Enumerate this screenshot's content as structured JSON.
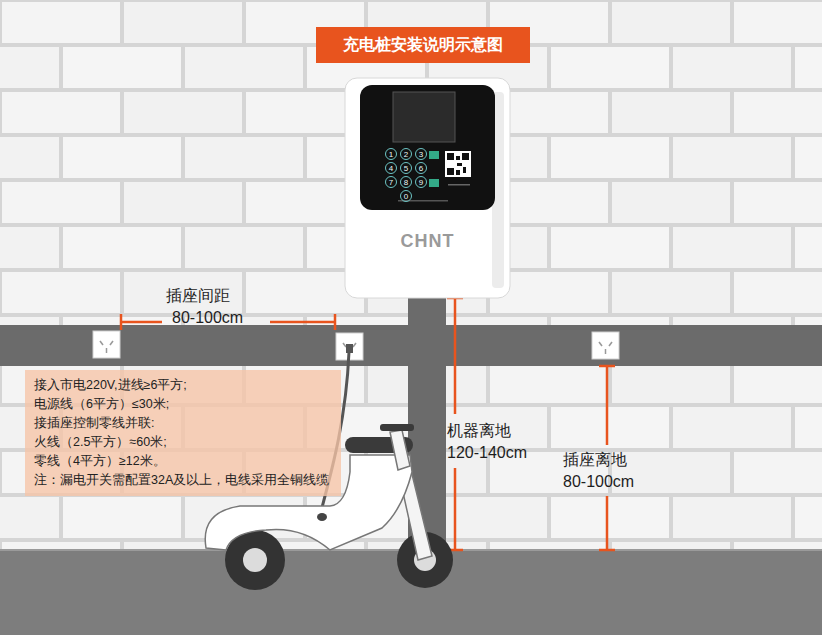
{
  "diagram": {
    "title": "充电桩安装说明示意图",
    "nodes": [
      {
        "text": [
          "CHNT"
        ]
      },
      {
        "text": [
          "1"
        ],
        "in": 0
      },
      {
        "text": [
          "2"
        ],
        "in": 0
      },
      {
        "text": [
          "3"
        ],
        "in": 0
      },
      {
        "text": [
          "4"
        ],
        "in": 0
      },
      {
        "text": [
          "5"
        ],
        "in": 0
      },
      {
        "text": [
          "6"
        ],
        "in": 0
      },
      {
        "text": [
          "7"
        ],
        "in": 0
      },
      {
        "text": [
          "8"
        ],
        "in": 0
      },
      {
        "text": [
          "9"
        ],
        "in": 0
      },
      {
        "text": [
          "0"
        ],
        "in": 0
      },
      {
        "text": [
          "接入市电220V,进线≥6平方;",
          "电源线（6平方）≤30米;",
          "接插座控制零线并联:",
          "火线（2.5平方）≈60米;",
          "零线（4平方）≥12米。",
          "注：漏电开关需配置32A及以上，电线采用全铜线缆"
        ]
      }
    ],
    "labels": [
      "插座间距",
      "80-100cm",
      "机器离地",
      "120-140cm",
      "插座离地",
      "80-100cm"
    ]
  }
}
